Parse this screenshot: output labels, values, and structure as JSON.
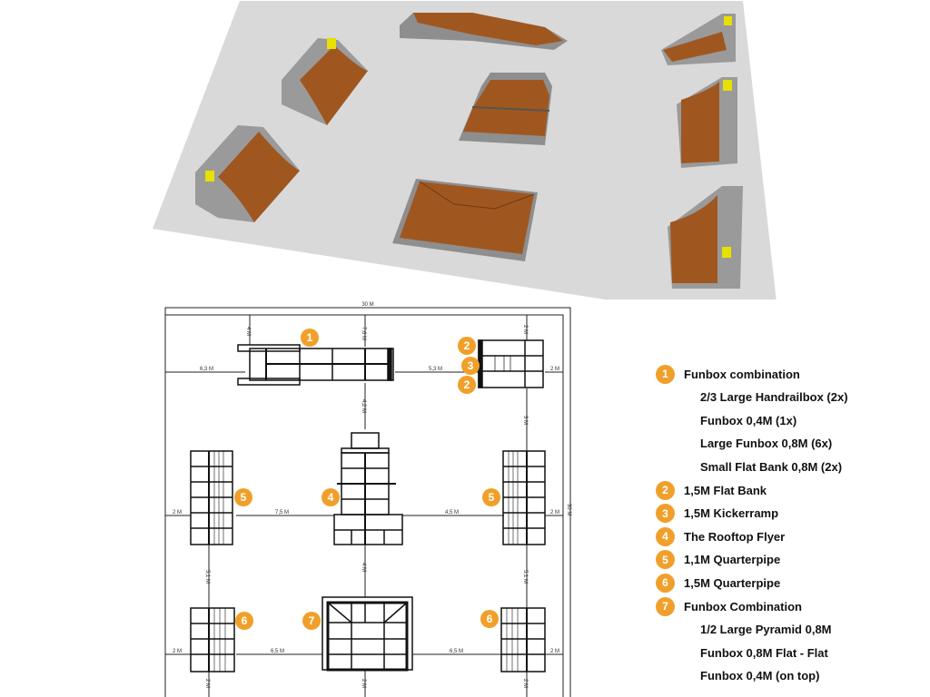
{
  "colors": {
    "badge": "#f0a02a",
    "floor": "#d9d9d9",
    "wood": "#a0571f",
    "steel": "#9a9a9a"
  },
  "plan": {
    "dimensions": {
      "overall_width": "30 M",
      "overall_depth": "30 M",
      "d1": "6,3 M",
      "d2": "4 M",
      "d3": "7,6 M",
      "d4": "5,3 M",
      "d5": "2 M",
      "d6": "2 M",
      "d7": "4,2 M",
      "d8": "3 M",
      "d9": "2 M",
      "d10": "7,5 M",
      "d11": "4,5 M",
      "d12": "2 M",
      "d13": "5,1 M",
      "d14": "4 M",
      "d15": "5,1 M",
      "d16": "2 M",
      "d17": "6,5 M",
      "d18": "6,5 M",
      "d19": "2 M",
      "d20": "2 M",
      "d21": "2 M",
      "d22": "2 M"
    },
    "markers": [
      "1",
      "2",
      "3",
      "2",
      "5",
      "4",
      "5",
      "6",
      "7",
      "6"
    ]
  },
  "legend": [
    {
      "num": "1",
      "label": "Funbox combination"
    },
    {
      "num": "",
      "label": "2/3 Large Handrailbox (2x)"
    },
    {
      "num": "",
      "label": "Funbox 0,4M (1x)"
    },
    {
      "num": "",
      "label": "Large Funbox 0,8M (6x)"
    },
    {
      "num": "",
      "label": "Small Flat Bank 0,8M (2x)"
    },
    {
      "num": "2",
      "label": "1,5M Flat Bank"
    },
    {
      "num": "3",
      "label": "1,5M Kickerramp"
    },
    {
      "num": "4",
      "label": "The Rooftop Flyer"
    },
    {
      "num": "5",
      "label": "1,1M Quarterpipe"
    },
    {
      "num": "6",
      "label": "1,5M Quarterpipe"
    },
    {
      "num": "7",
      "label": "Funbox Combination"
    },
    {
      "num": "",
      "label": "1/2 Large Pyramid 0,8M"
    },
    {
      "num": "",
      "label": "Funbox 0,8M Flat - Flat"
    },
    {
      "num": "",
      "label": "Funbox 0,4M (on top)"
    }
  ]
}
